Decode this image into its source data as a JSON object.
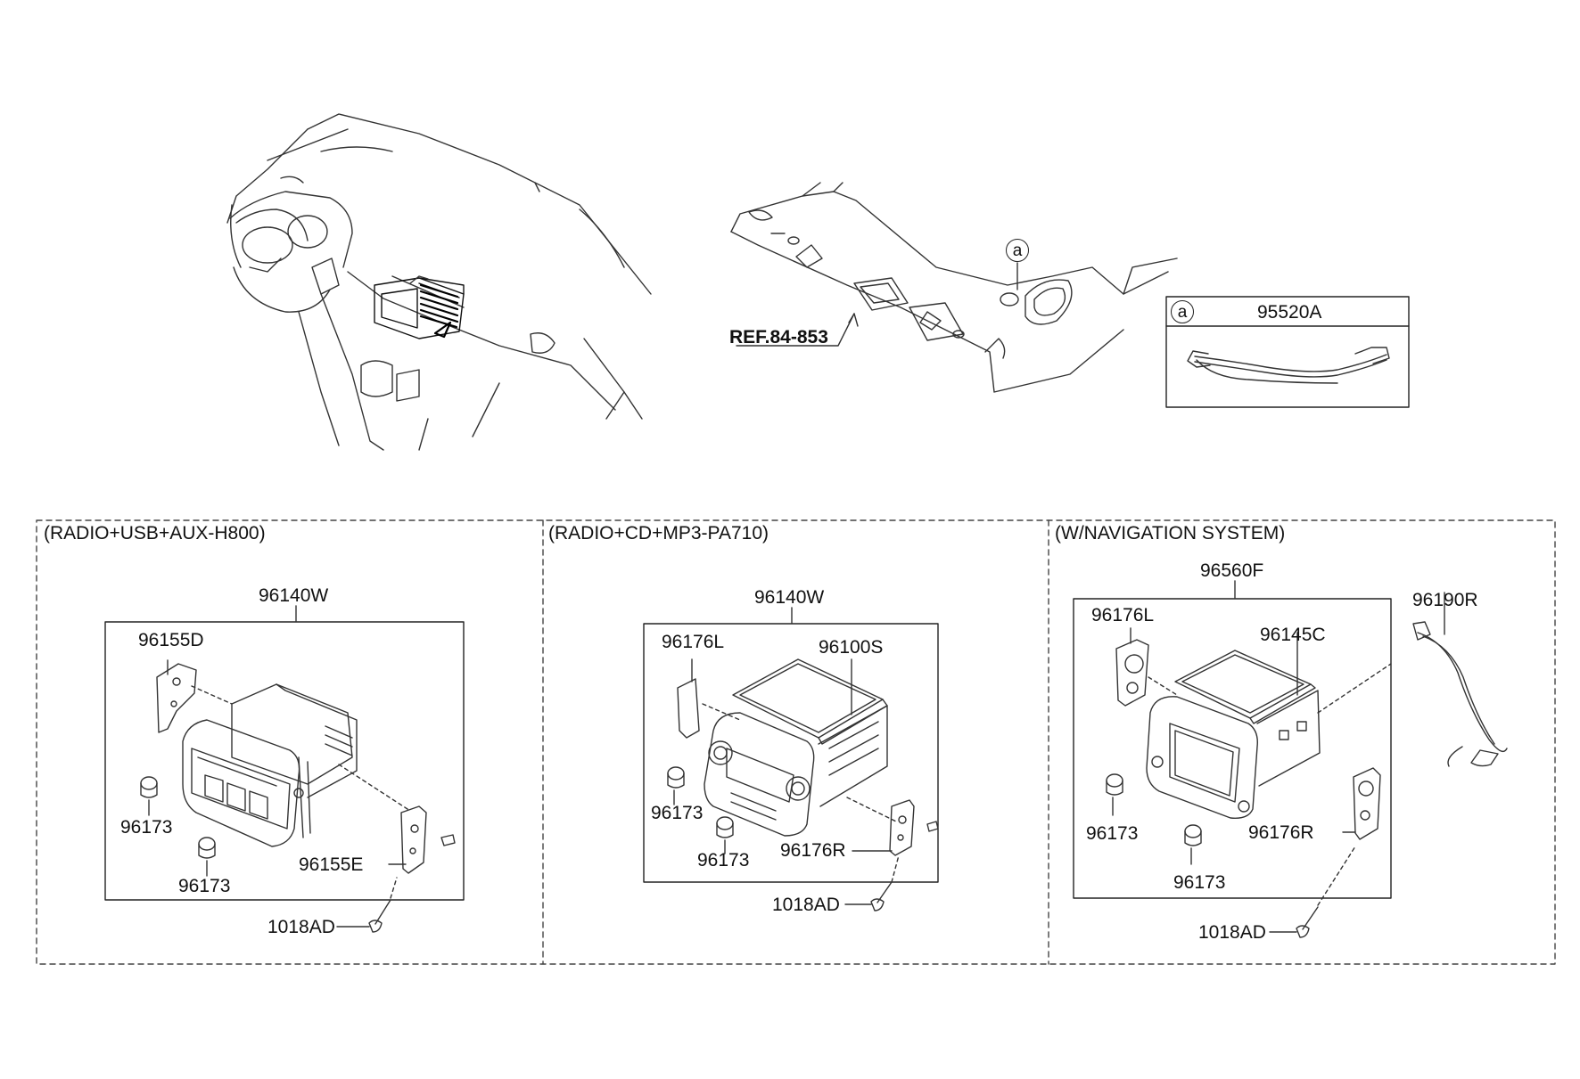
{
  "overview": {
    "ref_label": "REF.84-853",
    "callout_letter": "a"
  },
  "inset": {
    "letter": "a",
    "part_no": "95520A"
  },
  "panels": [
    {
      "title": "(RADIO+USB+AUX-H800)",
      "parts": {
        "unit": "96140W",
        "bracket_left": "96155D",
        "knob_a": "96173",
        "knob_b": "96173",
        "bracket_right": "96155E",
        "screw": "1018AD"
      }
    },
    {
      "title": "(RADIO+CD+MP3-PA710)",
      "parts": {
        "unit": "96140W",
        "bracket_left": "96176L",
        "cover": "96100S",
        "knob_a": "96173",
        "knob_b": "96173",
        "bracket_right": "96176R",
        "screw": "1018AD"
      }
    },
    {
      "title": "(W/NAVIGATION SYSTEM)",
      "parts": {
        "unit": "96560F",
        "bracket_left": "96176L",
        "cover": "96145C",
        "cable": "96190R",
        "knob_a": "96173",
        "knob_b": "96173",
        "bracket_right": "96176R",
        "screw": "1018AD"
      }
    }
  ]
}
